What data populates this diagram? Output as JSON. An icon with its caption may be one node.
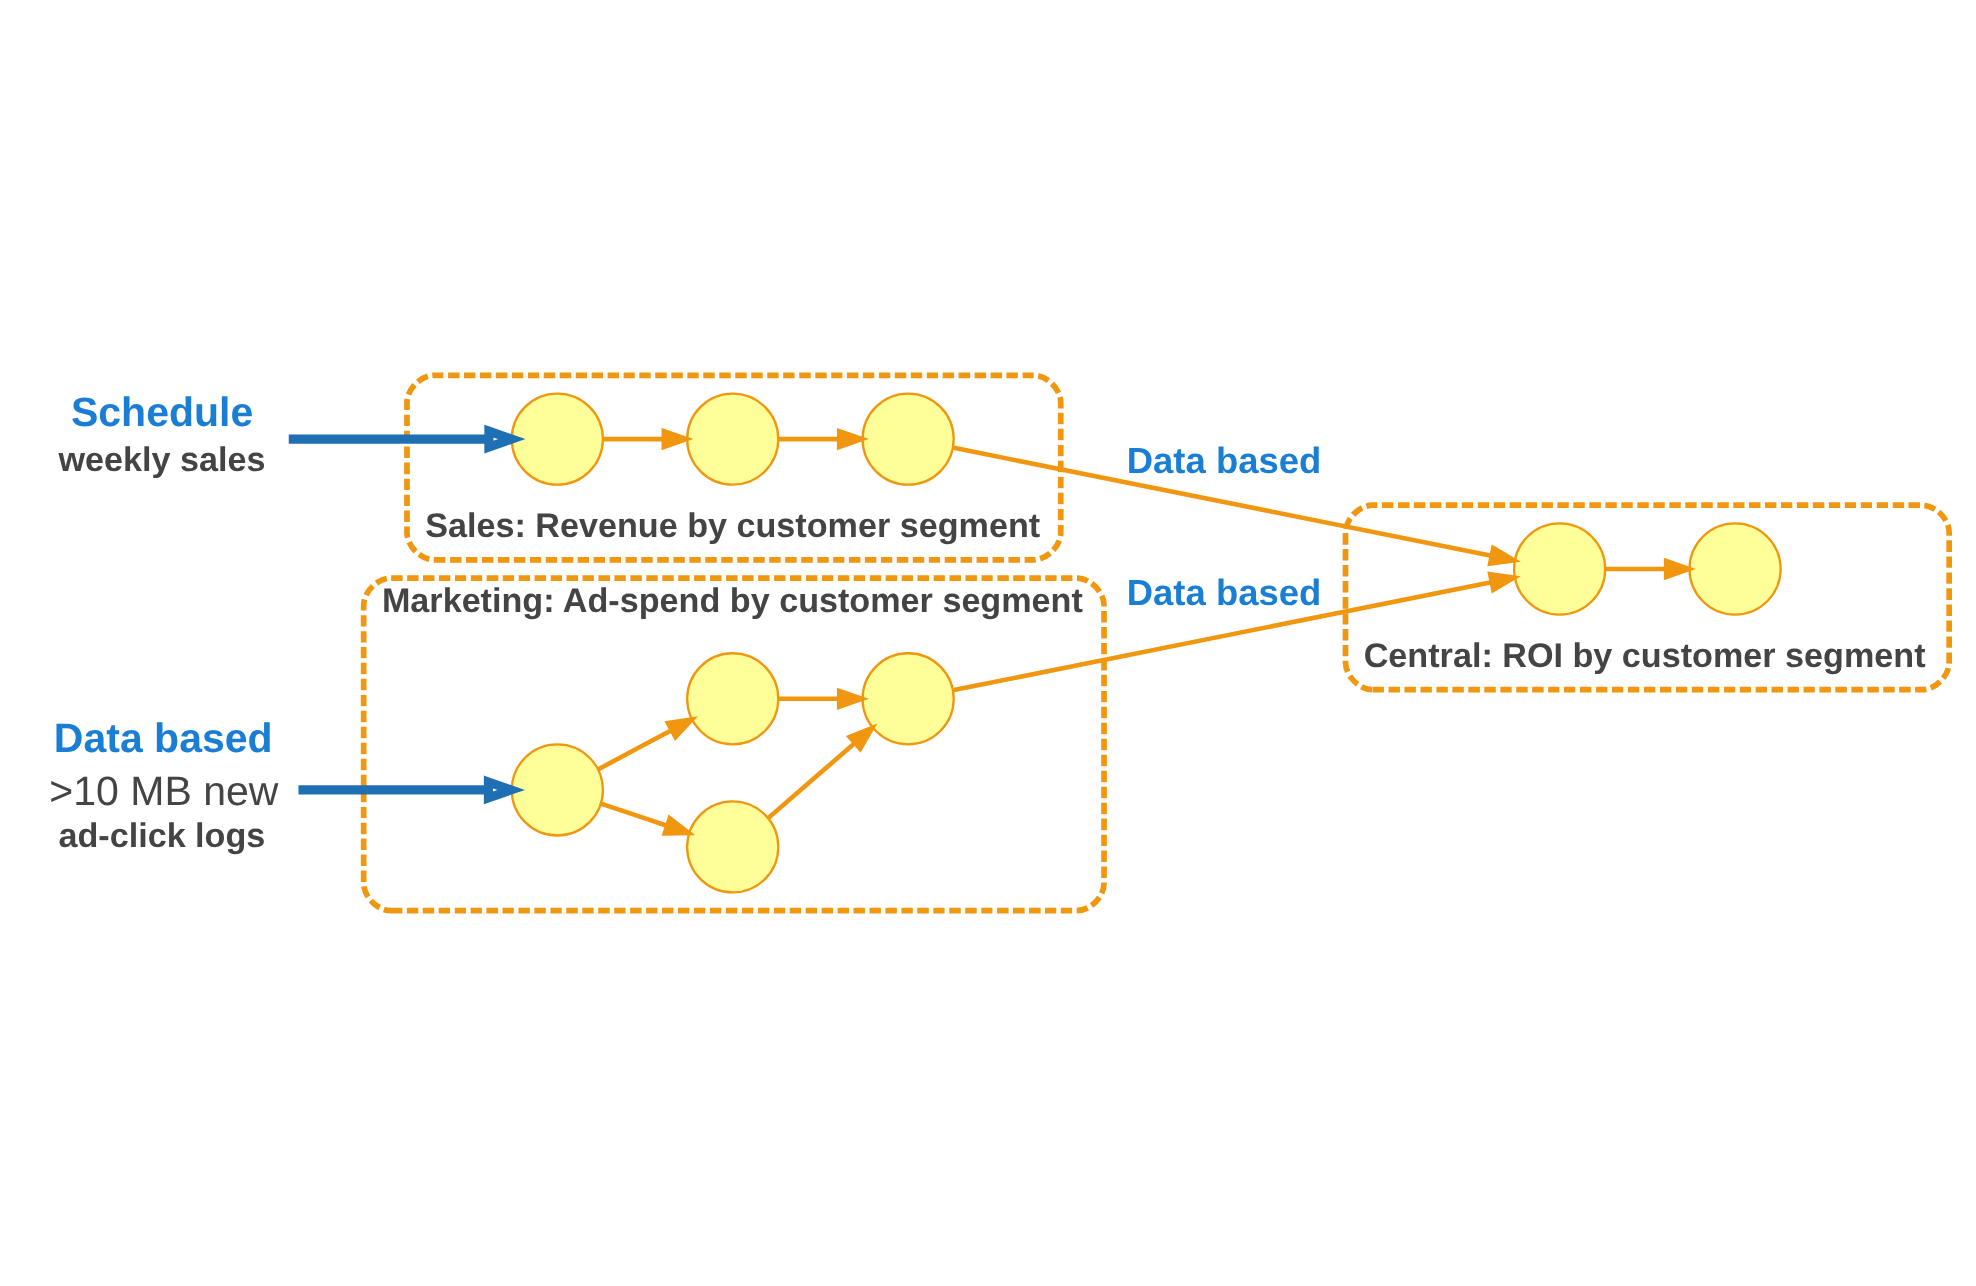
{
  "diagram": {
    "nodes": [
      {
        "text": [
          "Marketing: Ad-spend by customer segment"
        ]
      },
      {
        "text": [],
        "shape": "circle",
        "in": 0
      },
      {
        "text": [],
        "shape": "circle",
        "in": 0
      },
      {
        "text": [],
        "shape": "circle",
        "in": 0
      },
      {
        "text": [],
        "shape": "circle",
        "in": 0
      },
      {
        "text": [
          "Data based",
          ">10 MB new",
          "ad-click logs"
        ]
      },
      {
        "text": [
          "Sales: Revenue by customer segment"
        ]
      },
      {
        "text": [],
        "shape": "circle",
        "in": 6
      },
      {
        "text": [],
        "shape": "circle",
        "in": 6
      },
      {
        "text": [],
        "shape": "circle",
        "in": 6
      },
      {
        "text": [
          "Schedule",
          "weekly sales"
        ]
      },
      {
        "text": [
          "Central: ROI by customer segment"
        ]
      },
      {
        "text": [],
        "shape": "circle",
        "in": 11
      },
      {
        "text": [],
        "shape": "circle",
        "in": 11
      }
    ],
    "edges": [
      {
        "from": 1,
        "to": 2,
        "arrow": "to"
      },
      {
        "from": 1,
        "to": 3,
        "arrow": "to"
      },
      {
        "from": 2,
        "to": 4,
        "arrow": "to"
      },
      {
        "from": 3,
        "to": 4,
        "arrow": "to"
      },
      {
        "from": 5,
        "to": 1,
        "arrow": "to",
        "style": "thick",
        "color": "#1f6fb5"
      },
      {
        "from": 7,
        "to": 8,
        "arrow": "to"
      },
      {
        "from": 8,
        "to": 9,
        "arrow": "to"
      },
      {
        "from": 10,
        "to": 7,
        "arrow": "to",
        "style": "thick",
        "color": "#1f6fb5"
      },
      {
        "from": 12,
        "to": 13,
        "arrow": "to"
      },
      {
        "from": 4,
        "to": 12,
        "arrow": "to",
        "label": "Data based"
      },
      {
        "from": 9,
        "to": 12,
        "arrow": "to",
        "label": "Data based"
      }
    ]
  }
}
